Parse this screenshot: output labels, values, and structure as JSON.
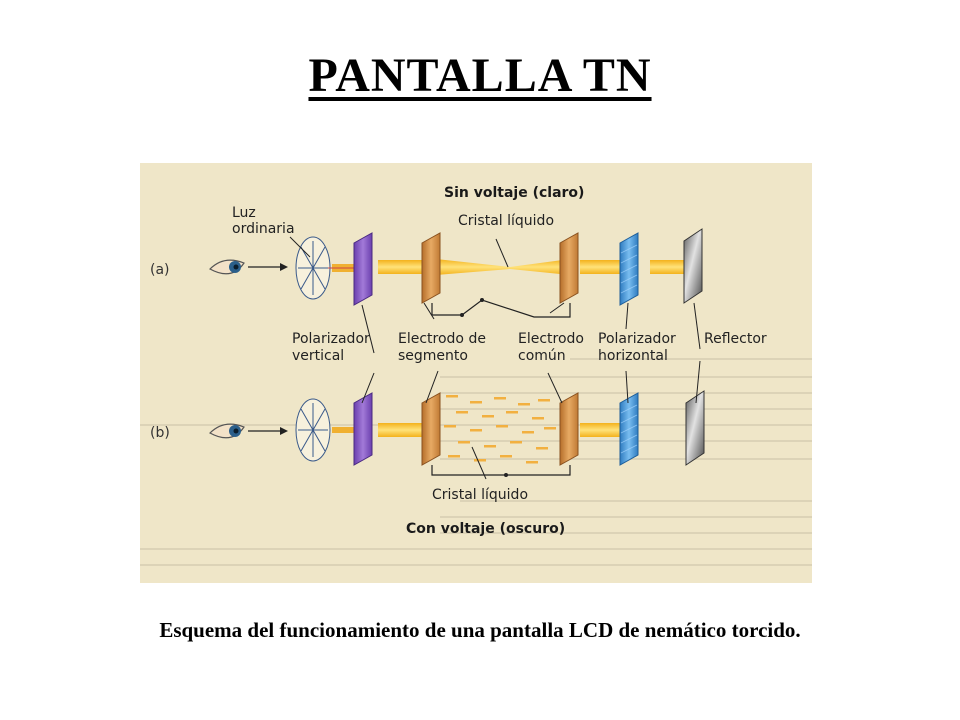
{
  "title": "PANTALLA TN",
  "caption": "Esquema del funcionamiento de una pantalla LCD de nemático torcido.",
  "diagram": {
    "top_heading": "Sin voltaje (claro)",
    "bottom_heading": "Con voltaje (oscuro)",
    "row_a": "(a)",
    "row_b": "(b)",
    "luz_line1": "Luz",
    "luz_line2": "ordinaria",
    "cristal_top": "Cristal líquido",
    "cristal_bottom": "Cristal líquido",
    "pol_v_line1": "Polarizador",
    "pol_v_line2": "vertical",
    "elec_seg_line1": "Electrodo de",
    "elec_seg_line2": "segmento",
    "elec_com_line1": "Electrodo",
    "elec_com_line2": "común",
    "pol_h_line1": "Polarizador",
    "pol_h_line2": "horizontal",
    "reflector": "Reflector",
    "colors": {
      "background": "#efe6c8",
      "vertical_polarizer": "#8a5cc6",
      "horizontal_polarizer": "#4a98d6",
      "electrode": "#d8954a",
      "light_beam": "#f6c22e",
      "reflector": "#8a8a8a"
    }
  }
}
